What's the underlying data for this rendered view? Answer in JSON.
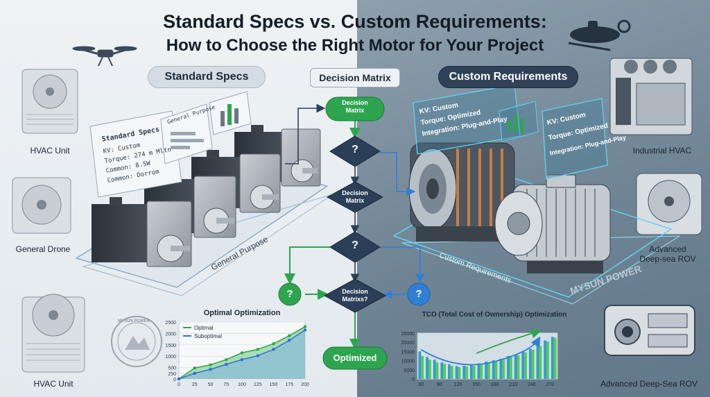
{
  "header": {
    "title_line1": "Standard Specs vs. Custom Requirements:",
    "title_line2": "How to Choose the Right Motor for Your Project"
  },
  "sections": {
    "standard": "Standard Specs",
    "decision": "Decision Matrix",
    "custom": "Custom Requirements"
  },
  "left_apps": {
    "hvac_top": "HVAC Unit",
    "drone": "General Drone",
    "hvac_bottom": "HVAC Unit"
  },
  "right_apps": {
    "industrial_hvac": "Industrial HVAC",
    "deep_sea_rov_line1": "Advanced",
    "deep_sea_rov_line2": "Deep-sea ROV",
    "deep_sea_rov_bottom": "Advanced Deep-Sea ROV"
  },
  "standard_panel": {
    "heading": "Standard Specs",
    "kv": "KV: Custom",
    "torque": "Torque: 274 m Mltn",
    "common": "Common: 8.5W",
    "common2": "Common: Dorrom",
    "chart_label": "General Purpose",
    "platform_label": "General Purpose"
  },
  "custom_panel1": {
    "kv": "KV: Custom",
    "torque": "Torque: Optimized",
    "integration": "Integration: Plug-and-Play"
  },
  "custom_panel2": {
    "kv": "KV: Custom",
    "torque": "Torque: Optimized",
    "integration": "Integration: Plug-and-Play"
  },
  "custom_platform": {
    "label": "Custom Requirements",
    "brand": "MYSUN POWER"
  },
  "seal": {
    "text_top": "MYSUN POWER"
  },
  "flow": {
    "node_top_line1": "Decision",
    "node_top_line2": "Matrix",
    "q1": "?",
    "node_mid_line1": "Decision",
    "node_mid_line2": "Matrix",
    "q2": "?",
    "q_left": "?",
    "q_right": "?",
    "node_bottom_line1": "Decision",
    "node_bottom_line2": "Matrixs?",
    "optimized": "Optimized"
  },
  "colors": {
    "green": "#2ea44f",
    "navy": "#2b3f58",
    "cyan": "#5fd3f0",
    "blue": "#2f7fd6"
  },
  "chart_data": [
    {
      "type": "area",
      "title": "Optimal Optimization",
      "x": [
        0,
        25,
        50,
        75,
        100,
        125,
        150,
        175,
        200
      ],
      "xticks": [
        0,
        25,
        50,
        75,
        100,
        125,
        150,
        175,
        200
      ],
      "yticks": [
        0,
        250,
        500,
        1000,
        1500,
        2000,
        2500
      ],
      "ylim": [
        0,
        2500
      ],
      "legend": "top-left",
      "series": [
        {
          "name": "Optimal",
          "color": "#2ea44f",
          "values": [
            0,
            480,
            620,
            850,
            1150,
            1300,
            1550,
            1900,
            2300
          ]
        },
        {
          "name": "Suboptimal",
          "color": "#2f6fd6",
          "values": [
            0,
            250,
            420,
            640,
            850,
            1020,
            1300,
            1700,
            2150
          ]
        }
      ]
    },
    {
      "type": "bar",
      "title": "TCO (Total Cost of Ownership) Optimization",
      "x": [
        60,
        72,
        84,
        96,
        108,
        120,
        132,
        144,
        156,
        168,
        180,
        192,
        204,
        216,
        228,
        240,
        252,
        264,
        276
      ],
      "xticks": [
        60,
        90,
        120,
        150,
        180,
        210,
        240,
        270
      ],
      "yticks": [
        0,
        5000,
        10000,
        15000,
        20000,
        25000
      ],
      "ylim": [
        0,
        25000
      ],
      "series": [
        {
          "name": "",
          "color": "#2e9bd6",
          "values": [
            15000,
            12000,
            10500,
            9000,
            8000,
            7000,
            7200,
            7800,
            8500,
            9500,
            10200,
            11000,
            12500,
            13500,
            15000,
            16500,
            18500,
            21000,
            23000
          ]
        },
        {
          "name": "",
          "color": "#5ac94f",
          "values": [
            12500,
            10500,
            9000,
            8200,
            7200,
            6500,
            6800,
            7200,
            8000,
            9000,
            9800,
            10500,
            12000,
            13000,
            14500,
            16000,
            18000,
            20500,
            22500
          ]
        }
      ]
    }
  ]
}
